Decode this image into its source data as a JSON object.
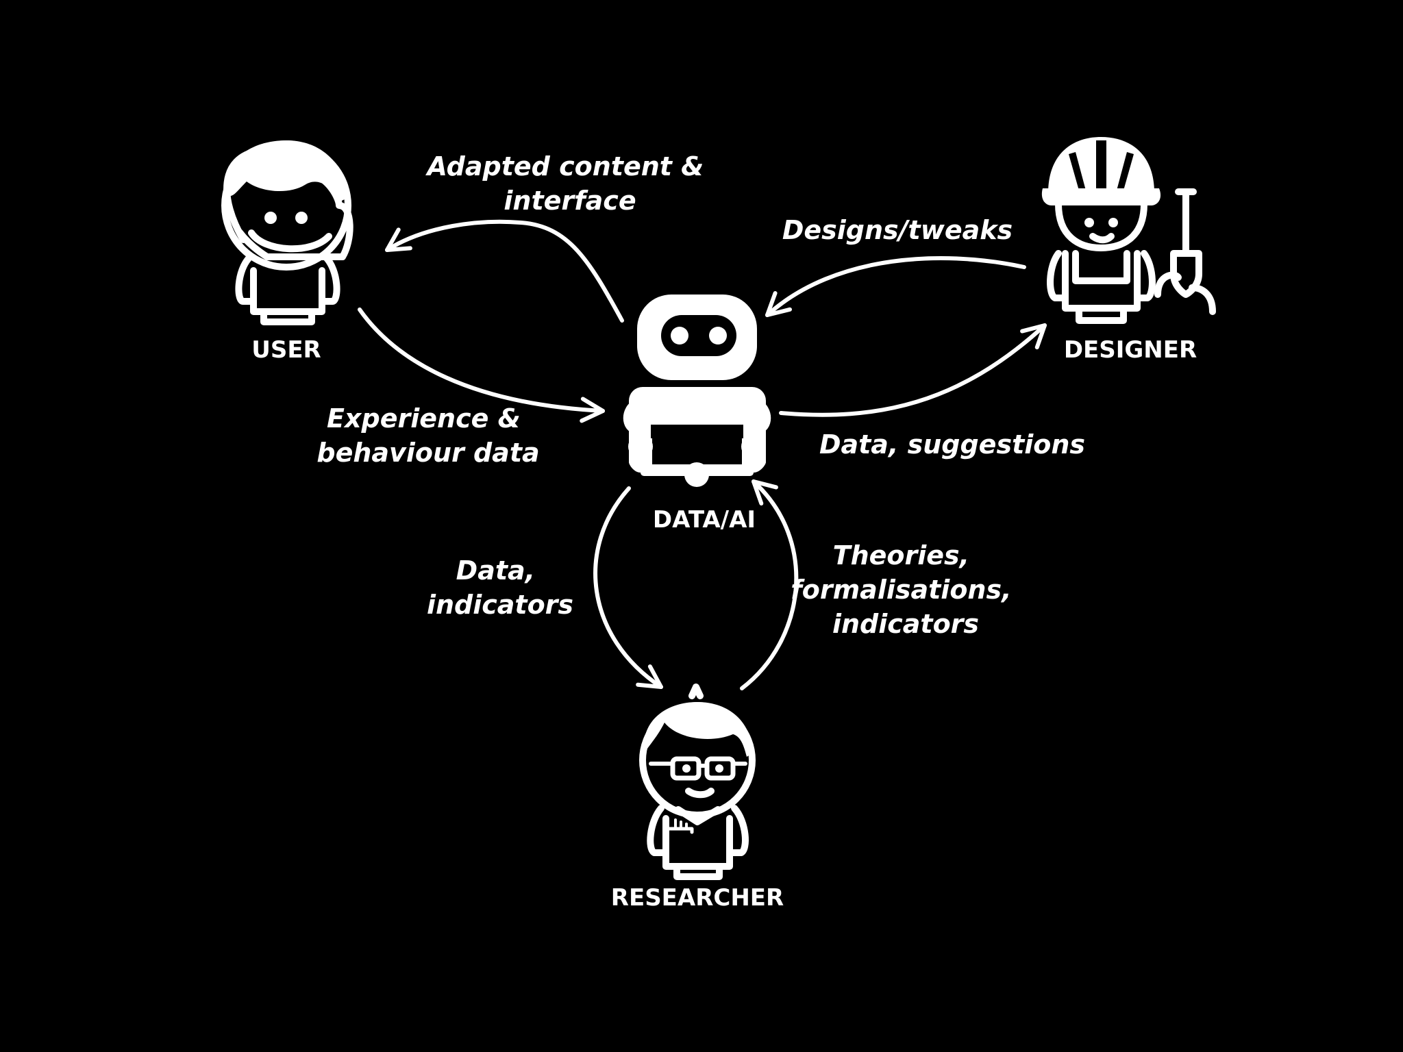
{
  "diagram": {
    "background": "#000000",
    "foreground": "#ffffff",
    "nodes": {
      "user": "USER",
      "designer": "DESIGNER",
      "ai": "DATA/AI",
      "researcher": "RESEARCHER"
    },
    "edges": {
      "ai_to_user": [
        "Adapted content &",
        "interface"
      ],
      "user_to_ai": [
        "Experience &",
        "behaviour data"
      ],
      "designer_to_ai": [
        "Designs/tweaks"
      ],
      "ai_to_designer": [
        "Data, suggestions"
      ],
      "ai_to_researcher": [
        "Data,",
        "indicators"
      ],
      "researcher_to_ai": [
        "Theories,",
        "formalisations,",
        "indicators"
      ]
    }
  }
}
